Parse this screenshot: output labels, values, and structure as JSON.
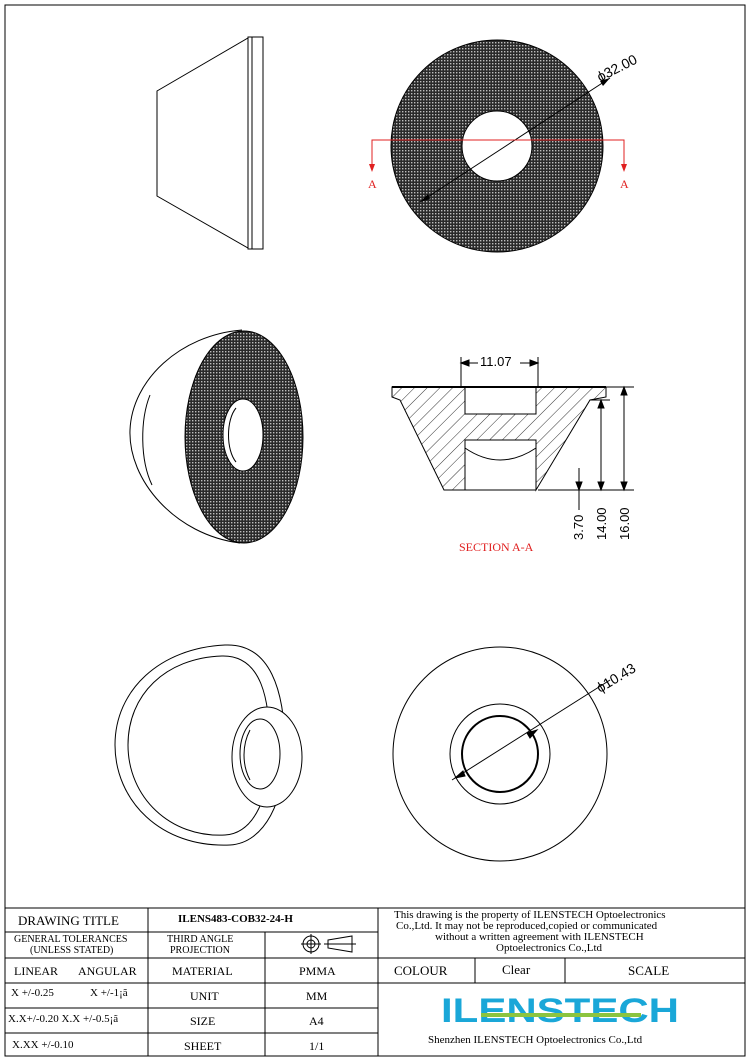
{
  "dimensions": {
    "outer_diameter": "ϕ32.00",
    "hole_diameter": "11.07",
    "bottom_diameter": "ϕ10.43",
    "height_small": "3.70",
    "height_mid": "14.00",
    "height_total": "16.00"
  },
  "section": {
    "marker_left": "A",
    "marker_right": "A",
    "label": "SECTION A-A",
    "color": "#e02020"
  },
  "title_block": {
    "drawing_title_label": "DRAWING TITLE",
    "drawing_title_value": "ILENS483-COB32-24-H",
    "general_tol_line1": "GENERAL TOLERANCES",
    "general_tol_line2": "(UNLESS STATED)",
    "projection_line1": "THIRD ANGLE",
    "projection_line2": "PROJECTION",
    "linear_label": "LINEAR",
    "angular_label": "ANGULAR",
    "tol_x": "X  +/-0.25",
    "tol_x_ang": "X  +/-1¡ã",
    "tol_xx": "X.X+/-0.20 X.X +/-0.5¡ã",
    "tol_xxx": "X.XX +/-0.10",
    "material_label": "MATERIAL",
    "material_value": "PMMA",
    "unit_label": "UNIT",
    "unit_value": "MM",
    "size_label": "SIZE",
    "size_value": "A4",
    "sheet_label": "SHEET",
    "sheet_value": "1/1",
    "property_line1": "This drawing is the property of ILENSTECH Optoelectronics",
    "property_line2": "Co.,Ltd. It may not be reproduced,copied or communicated",
    "property_line3": "without a written agreement with ILENSTECH",
    "property_line4": "Optoelectronics Co.,Ltd",
    "colour_label": "COLOUR",
    "colour_value": "Clear",
    "scale_label": "SCALE",
    "company_logo": "ILENSTECH",
    "company_name": "Shenzhen ILENSTECH Optoelectronics Co.,Ltd",
    "logo_color_top": "#1aa7d8",
    "logo_color_bottom": "#8cc43f"
  }
}
